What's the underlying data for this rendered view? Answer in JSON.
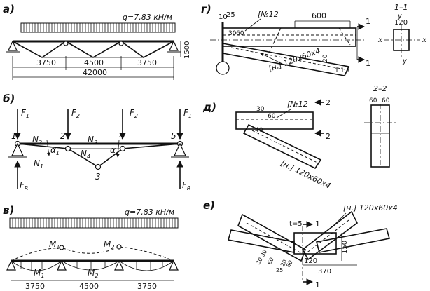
{
  "panels": {
    "a": {
      "label": "а)",
      "load": "q=7,83 кН/м",
      "dims": [
        "3750",
        "4500",
        "3750"
      ],
      "total": "42000",
      "height": "1500"
    },
    "b": {
      "label": "б)",
      "F1": "F",
      "F1s": "1",
      "F2": "F",
      "F2s": "2",
      "nodes": [
        "1",
        "2",
        "3",
        "4",
        "5"
      ],
      "N": "N",
      "N1s": "1",
      "N2s": "2",
      "N3s": "3",
      "N4s": "4",
      "alpha": "α",
      "a1s": "1",
      "a2s": "2",
      "FR": "F",
      "FRs": "R"
    },
    "v": {
      "label": "в)",
      "load": "q=7,83 кН/м",
      "M": "M",
      "M1s": "1",
      "M2s": "2",
      "dims": [
        "3750",
        "4500",
        "3750"
      ]
    },
    "g": {
      "label": "г)",
      "d10": "10",
      "d25": "25",
      "channel": "[№12",
      "d600": "600",
      "d30": "30",
      "d60": "60",
      "section_mark": "1",
      "angle": "[н.] 120х60х4",
      "d20": "20",
      "d1": "1",
      "d2": "1",
      "d3": "1"
    },
    "s11": {
      "title": "1–1",
      "y": "y",
      "d120": "120",
      "x": "x"
    },
    "d": {
      "label": "д)",
      "channel": "[№12",
      "d30": "30",
      "d60": "60",
      "d40": "40",
      "mark": "2",
      "angle": "[н.] 120х60х4"
    },
    "s22": {
      "title": "2–2",
      "d60a": "60",
      "d60b": "60"
    },
    "e": {
      "label": "е)",
      "angle": "[н.] 120х60х4",
      "t": "t=5",
      "mark": "1",
      "d150": "150",
      "d120": "120",
      "d370": "370",
      "d3030": "30 30",
      "d60": "60",
      "d25": "25",
      "d20": "20",
      "d60b": "60"
    }
  }
}
